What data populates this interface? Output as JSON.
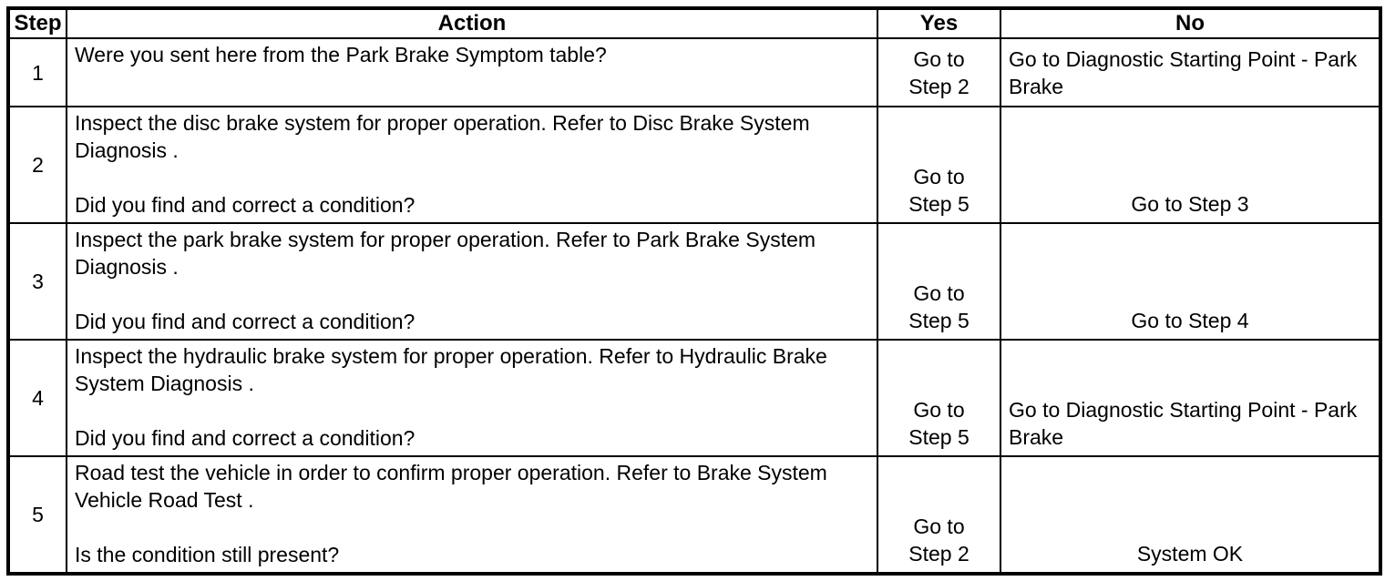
{
  "table": {
    "headers": {
      "step": "Step",
      "action": "Action",
      "yes": "Yes",
      "no": "No"
    },
    "rows": [
      {
        "step": "1",
        "action": "Were you sent here from the Park Brake Symptom table?",
        "yes": "Go to\nStep 2",
        "no": "Go to Diagnostic Starting Point - Park Brake"
      },
      {
        "step": "2",
        "action": "Inspect the disc brake system for proper operation. Refer to Disc Brake System Diagnosis .\n\nDid you find and correct a condition?",
        "yes": "Go to\nStep 5",
        "no": "Go to Step 3"
      },
      {
        "step": "3",
        "action": "Inspect the park brake system for proper operation. Refer to Park Brake System Diagnosis .\n\nDid you find and correct a condition?",
        "yes": "Go to\nStep 5",
        "no": "Go to Step 4"
      },
      {
        "step": "4",
        "action": "Inspect the hydraulic brake system for proper operation. Refer to Hydraulic Brake System Diagnosis .\n\nDid you find and correct a condition?",
        "yes": "Go to\nStep 5",
        "no": "Go to Diagnostic Starting Point - Park Brake"
      },
      {
        "step": "5",
        "action": "Road test the vehicle in order to confirm proper operation. Refer to Brake System Vehicle Road Test .\n\nIs the condition still present?",
        "yes": "Go to\nStep 2",
        "no": "System OK"
      }
    ]
  }
}
